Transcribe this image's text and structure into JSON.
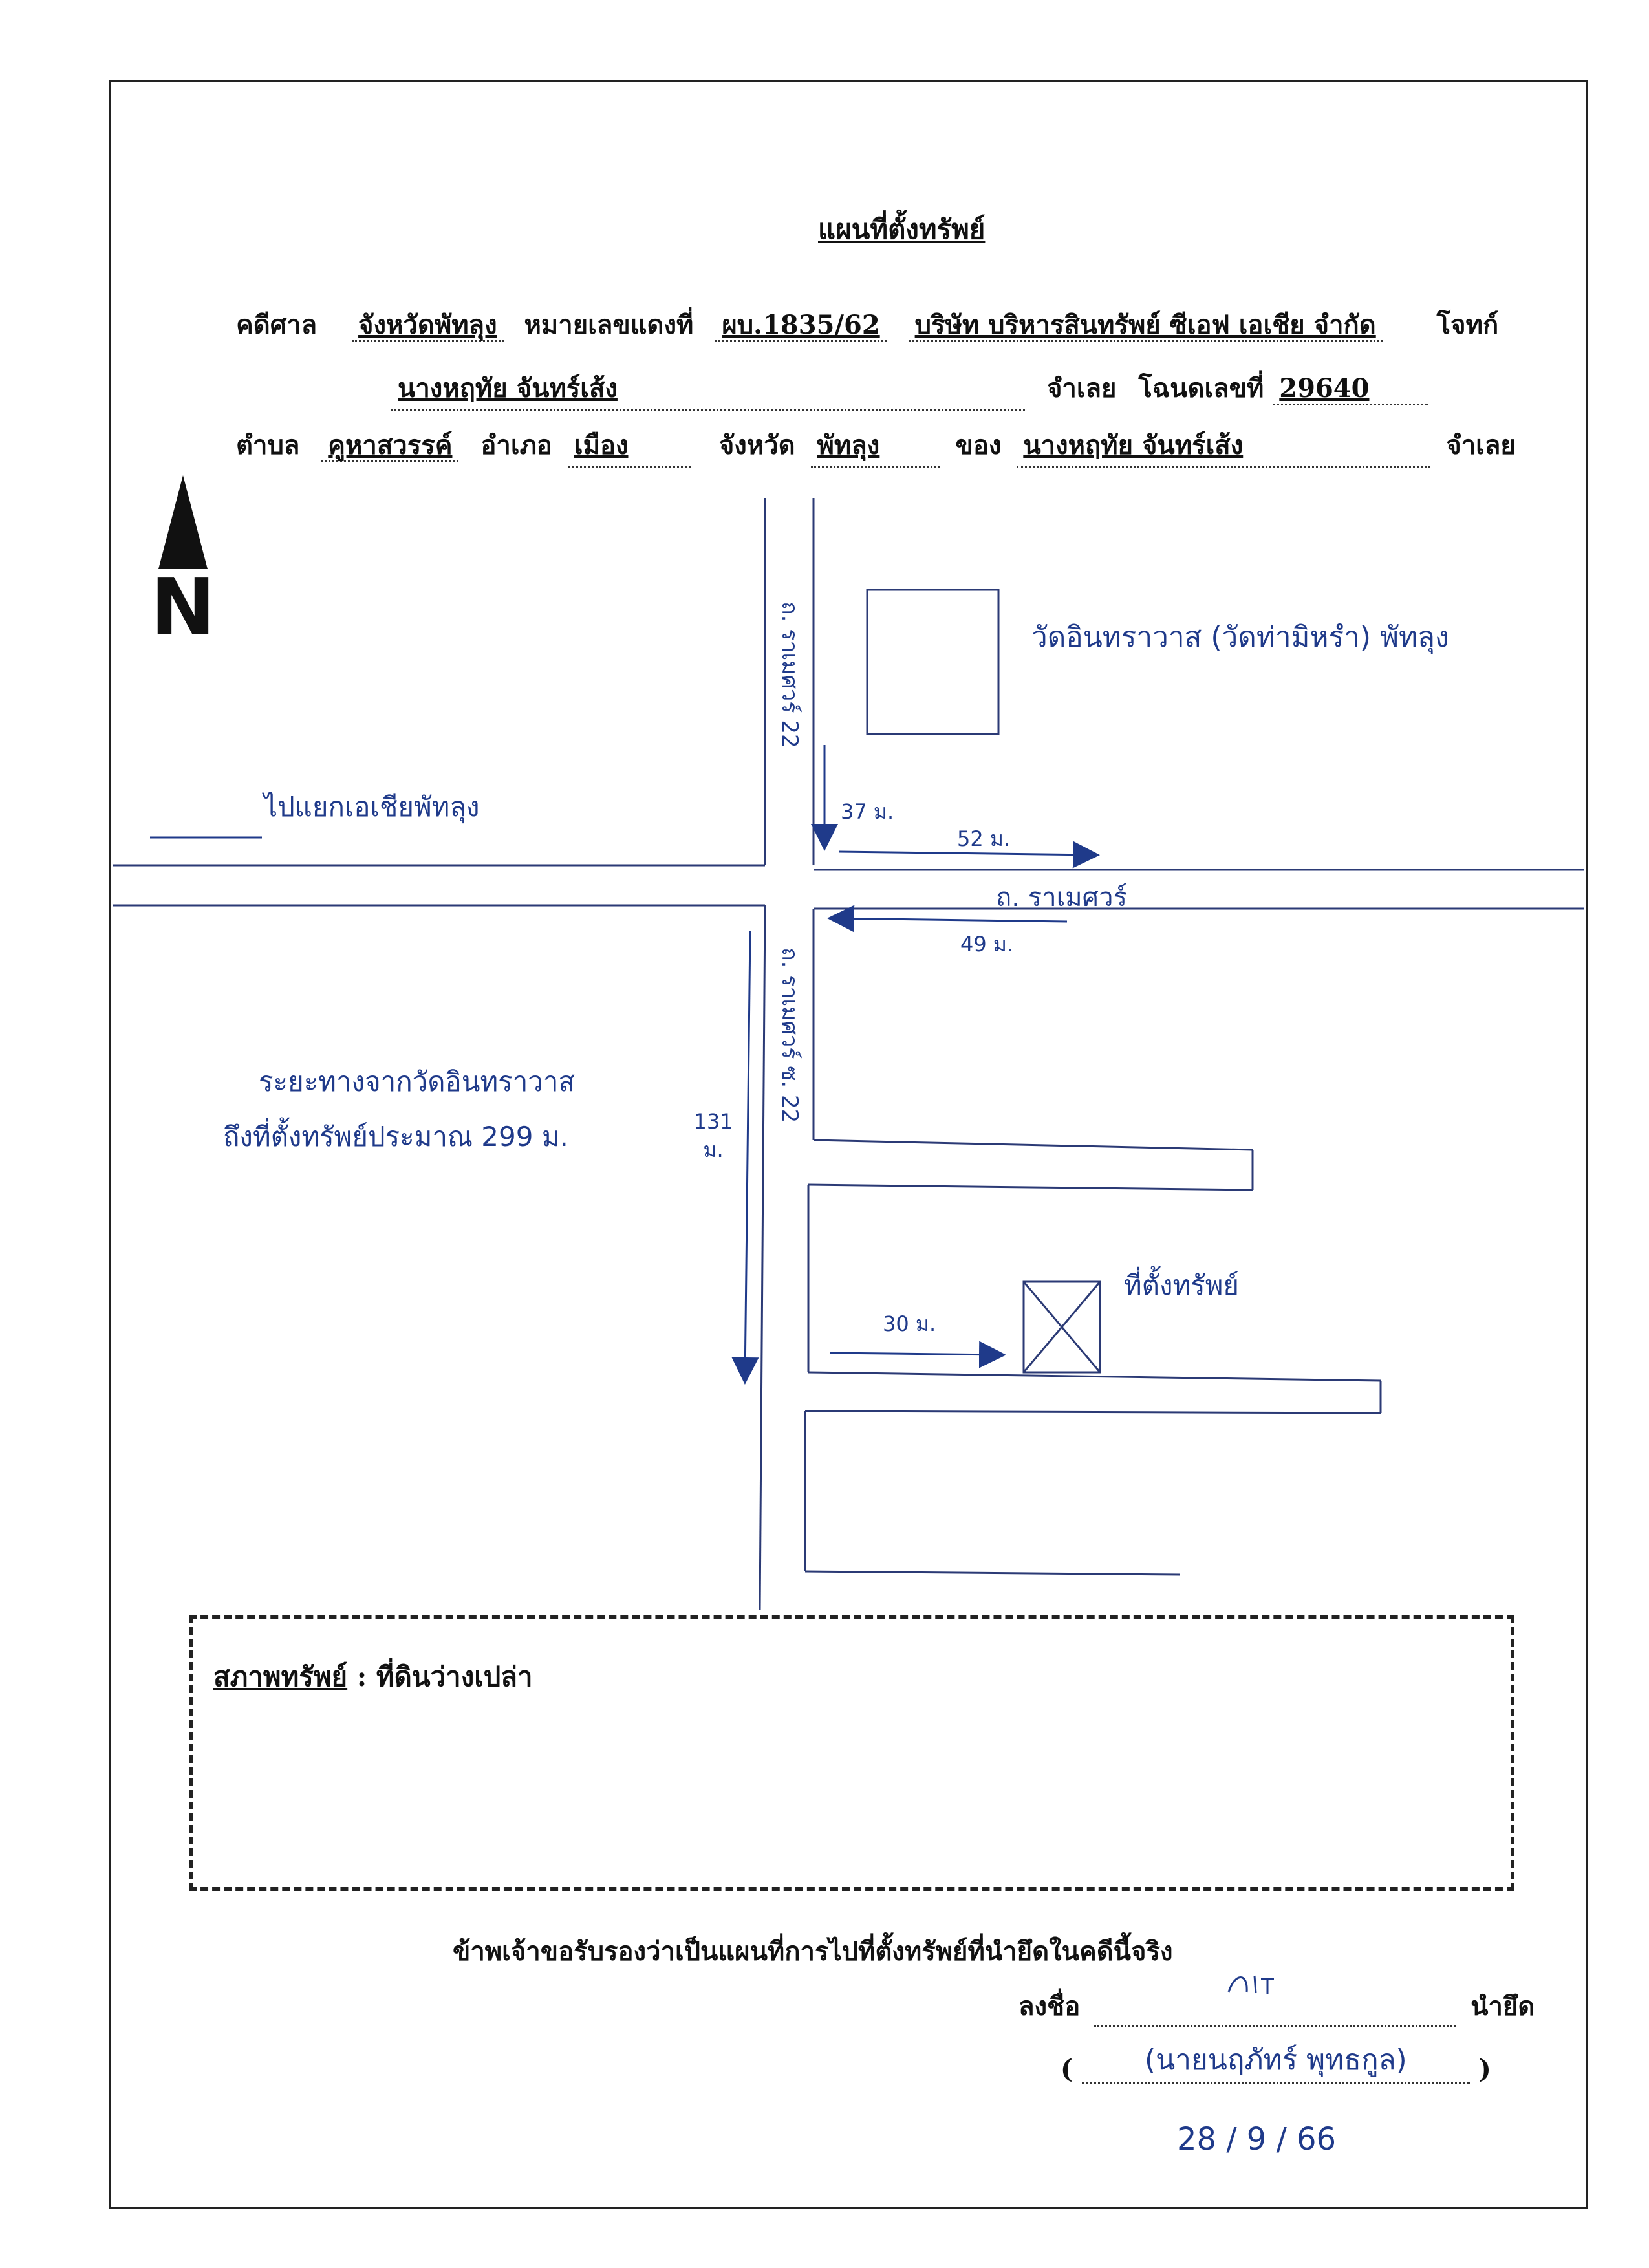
{
  "title": "แผนที่ตั้งทรัพย์",
  "header": {
    "case_label": "คดีศาล",
    "court": "จังหวัดพัทลุง",
    "red_no_label": "หมายเลขแดงที่",
    "red_no": "ผบ.1835/62",
    "plaintiff": "บริษัท บริหารสินทรัพย์ ซีเอฟ เอเชีย จำกัด",
    "plaintiff_label": "โจทก์",
    "defendant": "นางหฤทัย จันทร์เส้ง",
    "defendant_label": "จำเลย",
    "deed_label": "โฉนดเลขที่",
    "deed_no": "29640",
    "subdistrict_label": "ตำบล",
    "subdistrict": "คูหาสวรรค์",
    "district_label": "อำเภอ",
    "district": "เมือง",
    "province_label": "จังหวัด",
    "province": "พัทลุง",
    "owner_label": "ของ",
    "owner": "นางหฤทัย จันทร์เส้ง",
    "owner_role": "จำเลย"
  },
  "map": {
    "north": "N",
    "temple_label": "วัดอินทราวาส (วัดท่ามิหรำ) พัทลุง",
    "west_road_label": "ไปแยกเอเชียพัทลุง",
    "road_north_label": "ถ. ราเมศวร์ 22",
    "road_south_label": "ถ. ราเมศวร์ ซ. 22",
    "road_east_label": "ถ. ราเมศวร์",
    "dist_37": "37 ม.",
    "dist_52": "52 ม.",
    "dist_49": "49 ม.",
    "dist_131": "131 ม.",
    "dist_30": "30 ม.",
    "property_label": "ที่ตั้งทรัพย์",
    "distance_note_line1": "ระยะทางจากวัดอินทราวาส",
    "distance_note_line2": "ถึงที่ตั้งทรัพย์ประมาณ 299 ม."
  },
  "condition": {
    "label": "สภาพทรัพย์",
    "value": "ที่ดินว่างเปล่า"
  },
  "certification": "ข้าพเจ้าขอรับรองว่าเป็นแผนที่การไปที่ตั้งทรัพย์ที่นำยึดในคดีนี้จริง",
  "signature": {
    "sign_label": "ลงชื่อ",
    "role": "นำยึด",
    "name": "(นายนฤภัทร์ พุทธกูล)",
    "date": "28 / 9 / 66"
  }
}
